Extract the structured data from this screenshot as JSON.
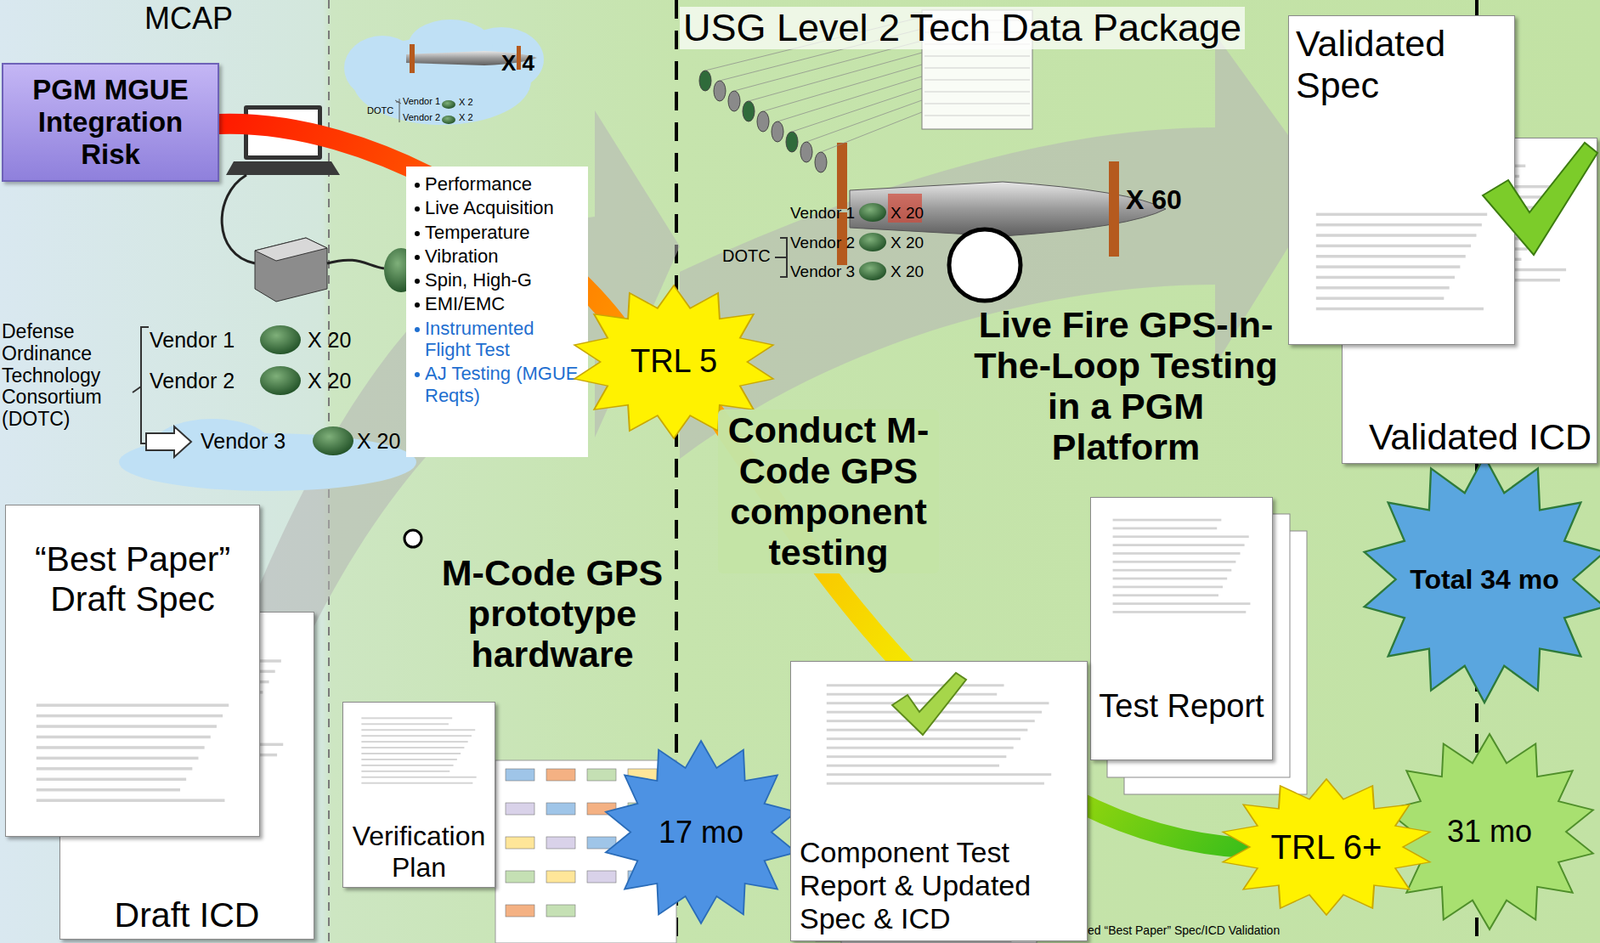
{
  "diagram": {
    "nodes": [
      {
        "text": [
          "PGM MGUE Integration Risk"
        ]
      },
      {
        "text": [
          "Performance",
          "Live Acquisition",
          "Temperature",
          "Vibration",
          "Spin, High-G",
          "EMI/EMC",
          "Instrumented Flight Test",
          "AJ Testing (MGUE Reqts)"
        ]
      },
      {
        "text": [
          "TRL 5"
        ]
      },
      {
        "text": [
          "“Best Paper” Draft Spec"
        ]
      },
      {
        "text": [
          "Draft ICD"
        ]
      },
      {
        "text": [
          "Verification Plan"
        ]
      },
      {
        "text": [
          "17 mo"
        ]
      },
      {
        "text": [
          "Validated Spec"
        ]
      },
      {
        "text": [
          "Validated ICD"
        ]
      },
      {
        "text": [
          "Test Report"
        ]
      },
      {
        "text": [
          "Component Test Report & Updated Spec & ICD"
        ]
      },
      {
        "text": [
          "Total 34 mo"
        ]
      },
      {
        "text": [
          "TRL 6+"
        ]
      },
      {
        "text": [
          "31 mo"
        ]
      }
    ],
    "edges": [
      {
        "from": 0,
        "to": 2,
        "arrow": "none"
      },
      {
        "from": 2,
        "to": 12,
        "arrow": "none"
      }
    ],
    "labels": [
      "MCAP",
      "X 4",
      "DOTC",
      "Vendor 1",
      "X 2",
      "Vendor 2",
      "X 2",
      "Defense Ordinance Technology Consortium (DOTC)",
      "Vendor 1",
      "X 20",
      "Vendor 2",
      "X 20",
      "Vendor 3",
      "X 20",
      "M-Code GPS prototype hardware",
      "USG Level 2 Tech Data Package",
      "X 60",
      "DOTC",
      "Vendor 1",
      "X 20",
      "Vendor 2",
      "X 20",
      "Vendor 3",
      "X 20",
      "Conduct M-Code GPS component testing",
      "Live Fire GPS-In-The-Loop Testing in a PGM Platform",
      "Revised “Best Paper” Spec/ICD Validation"
    ]
  }
}
